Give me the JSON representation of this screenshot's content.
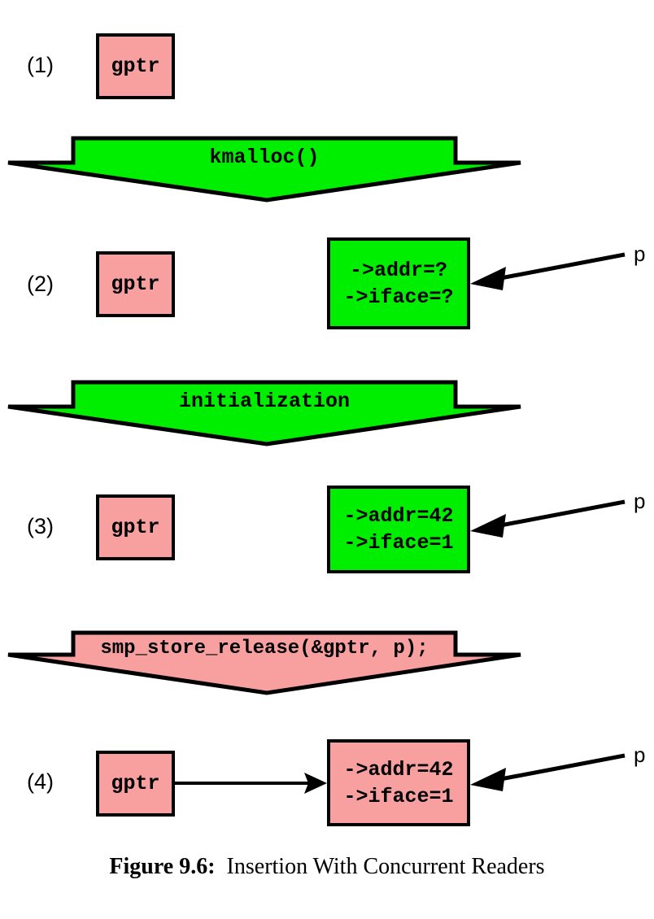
{
  "figure": {
    "caption_bold": "Figure 9.6:",
    "caption_text": "Insertion With Concurrent Readers",
    "colors": {
      "pink": "#F8A0A0",
      "green": "#00EE00",
      "outline": "#000000",
      "background": "#FFFFFF"
    }
  },
  "steps": [
    {
      "label": "(1)",
      "gptr_label": "gptr",
      "gptr_fill": "#F8A0A0",
      "node_lines": [],
      "node_fill": null,
      "pointer_label": null,
      "has_link_arrow": false
    },
    {
      "label": "(2)",
      "gptr_label": "gptr",
      "gptr_fill": "#F8A0A0",
      "node_lines": [
        "->addr=?",
        "->iface=?"
      ],
      "node_fill": "#00EE00",
      "pointer_label": "p",
      "has_link_arrow": false
    },
    {
      "label": "(3)",
      "gptr_label": "gptr",
      "gptr_fill": "#F8A0A0",
      "node_lines": [
        "->addr=42",
        "->iface=1"
      ],
      "node_fill": "#00EE00",
      "pointer_label": "p",
      "has_link_arrow": false
    },
    {
      "label": "(4)",
      "gptr_label": "gptr",
      "gptr_fill": "#F8A0A0",
      "node_lines": [
        "->addr=42",
        "->iface=1"
      ],
      "node_fill": "#F8A0A0",
      "pointer_label": "p",
      "has_link_arrow": true
    }
  ],
  "transitions": [
    {
      "text": "kmalloc()",
      "fill": "#00EE00"
    },
    {
      "text": "initialization",
      "fill": "#00EE00"
    },
    {
      "text": "smp_store_release(&gptr, p);",
      "fill": "#F8A0A0"
    }
  ]
}
